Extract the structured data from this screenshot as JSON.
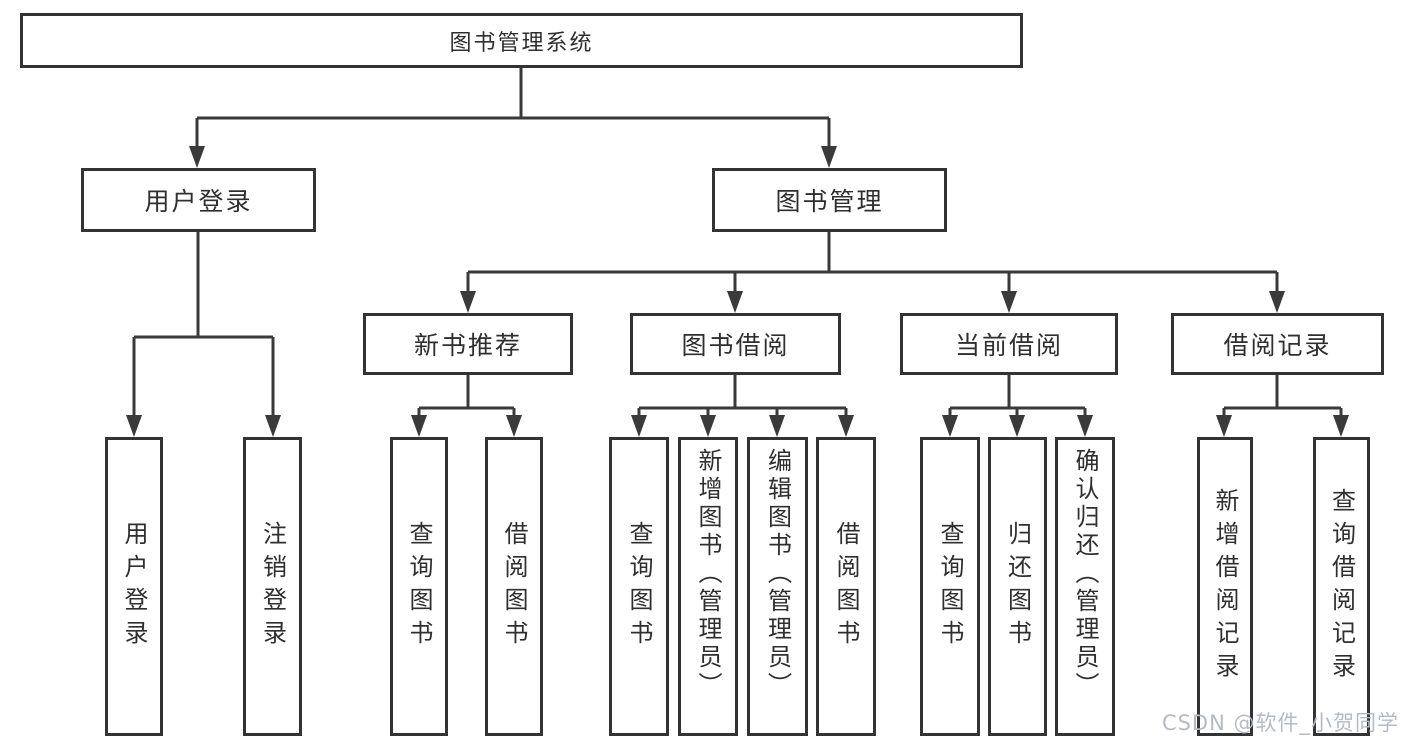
{
  "watermark": "CSDN @软件_小贺同学",
  "colors": {
    "line": "#3a3a3a",
    "box_border": "#333333",
    "box_fill": "#ffffff",
    "text": "#2f2f2f",
    "watermark": "#b6bbc2"
  },
  "nodes": {
    "root": "图书管理系统",
    "userLogin": "用户登录",
    "bookMgmt": "图书管理",
    "newBook": "新书推荐",
    "bookBorrow": "图书借阅",
    "currentBorrow": "当前借阅",
    "borrowRecords": "借阅记录",
    "leaves": {
      "userLoginLeaf": "用户登录",
      "logoutLeaf": "注销登录",
      "queryBooksA": "查询图书",
      "borrowBooksA": "借阅图书",
      "queryBooksB": "查询图书",
      "addBooksAdmin": "新增图书（管理员）",
      "editBooksAdmin": "编辑图书（管理员）",
      "borrowBooksB": "借阅图书",
      "queryBooksC": "查询图书",
      "returnBooks": "归还图书",
      "confirmReturnAdmin": "确认归还（管理员）",
      "addBorrowRecord": "新增借阅记录",
      "queryBorrowRecord": "查询借阅记录"
    }
  }
}
